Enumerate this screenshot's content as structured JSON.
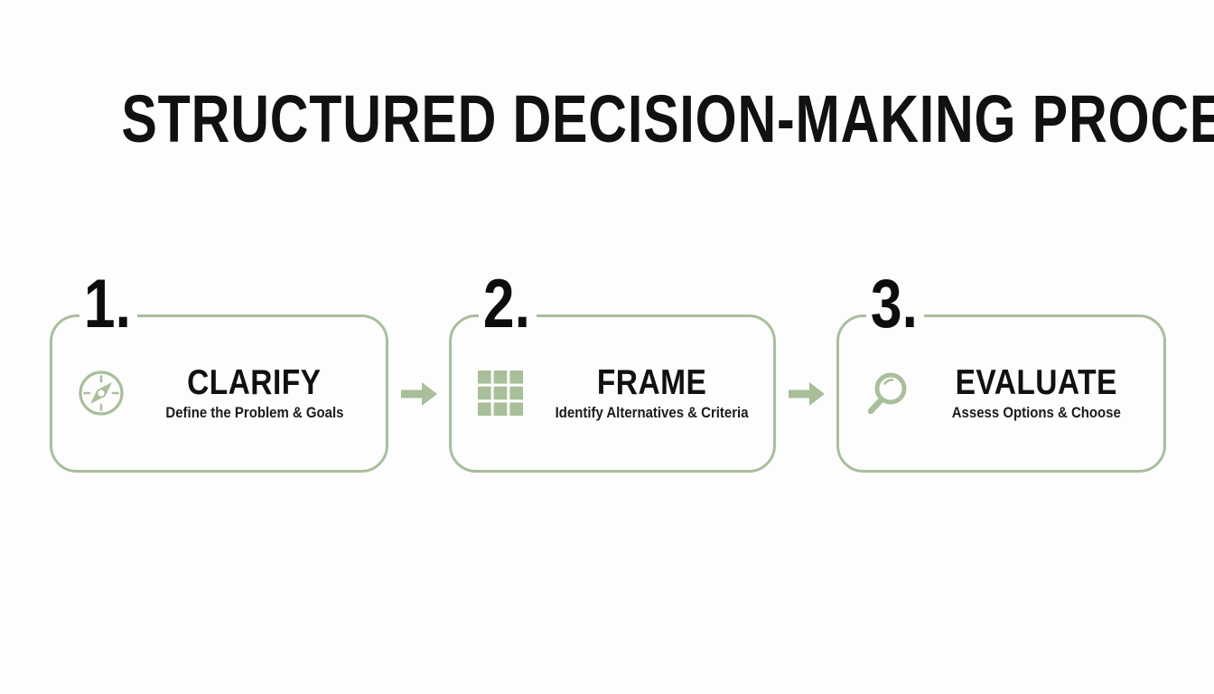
{
  "slide": {
    "title": "STRUCTURED DECISION-MAKING PROCESS",
    "background_color": "#fdfdfd",
    "accent_color": "#a8bf9a",
    "text_color": "#111111"
  },
  "steps": [
    {
      "number": "1.",
      "title": "CLARIFY",
      "subtitle": "Define the Problem & Goals",
      "icon": "compass-icon"
    },
    {
      "number": "2.",
      "title": "FRAME",
      "subtitle": "Identify Alternatives & Criteria",
      "icon": "grid-icon"
    },
    {
      "number": "3.",
      "title": "EVALUATE",
      "subtitle": "Assess Options & Choose",
      "icon": "magnifier-icon"
    }
  ],
  "connectors": [
    {
      "icon": "arrow-right-icon"
    },
    {
      "icon": "arrow-right-icon"
    }
  ]
}
